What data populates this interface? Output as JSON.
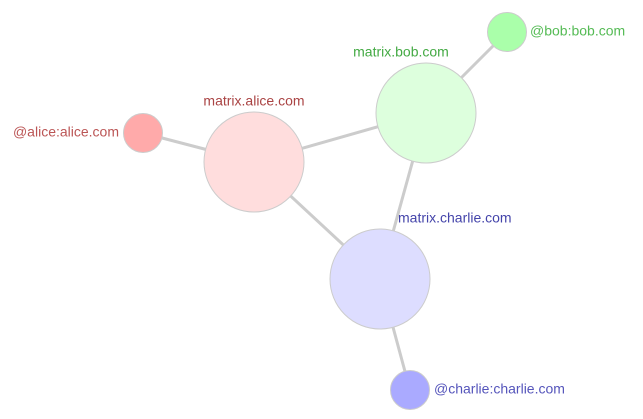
{
  "graph": {
    "nodes": [
      {
        "id": "matrix_alice",
        "label": "matrix.alice.com",
        "kind": "server",
        "fill": "#ffdddd",
        "text_color": "#aa4444"
      },
      {
        "id": "matrix_bob",
        "label": "matrix.bob.com",
        "kind": "server",
        "fill": "#ddffdd",
        "text_color": "#44aa44"
      },
      {
        "id": "matrix_charlie",
        "label": "matrix.charlie.com",
        "kind": "server",
        "fill": "#ddddff",
        "text_color": "#4444aa"
      },
      {
        "id": "user_alice",
        "label": "@alice:alice.com",
        "kind": "user",
        "fill": "#ffaaaa",
        "text_color": "#bb5555"
      },
      {
        "id": "user_bob",
        "label": "@bob:bob.com",
        "kind": "user",
        "fill": "#aaffaa",
        "text_color": "#55bb55"
      },
      {
        "id": "user_charlie",
        "label": "@charlie:charlie.com",
        "kind": "user",
        "fill": "#aaaaff",
        "text_color": "#5555bb"
      }
    ],
    "edges": [
      {
        "from": "matrix_alice",
        "to": "matrix_bob"
      },
      {
        "from": "matrix_alice",
        "to": "matrix_charlie"
      },
      {
        "from": "matrix_bob",
        "to": "matrix_charlie"
      },
      {
        "from": "user_alice",
        "to": "matrix_alice"
      },
      {
        "from": "user_bob",
        "to": "matrix_bob"
      },
      {
        "from": "user_charlie",
        "to": "matrix_charlie"
      }
    ],
    "edge_color": "#cccccc"
  }
}
